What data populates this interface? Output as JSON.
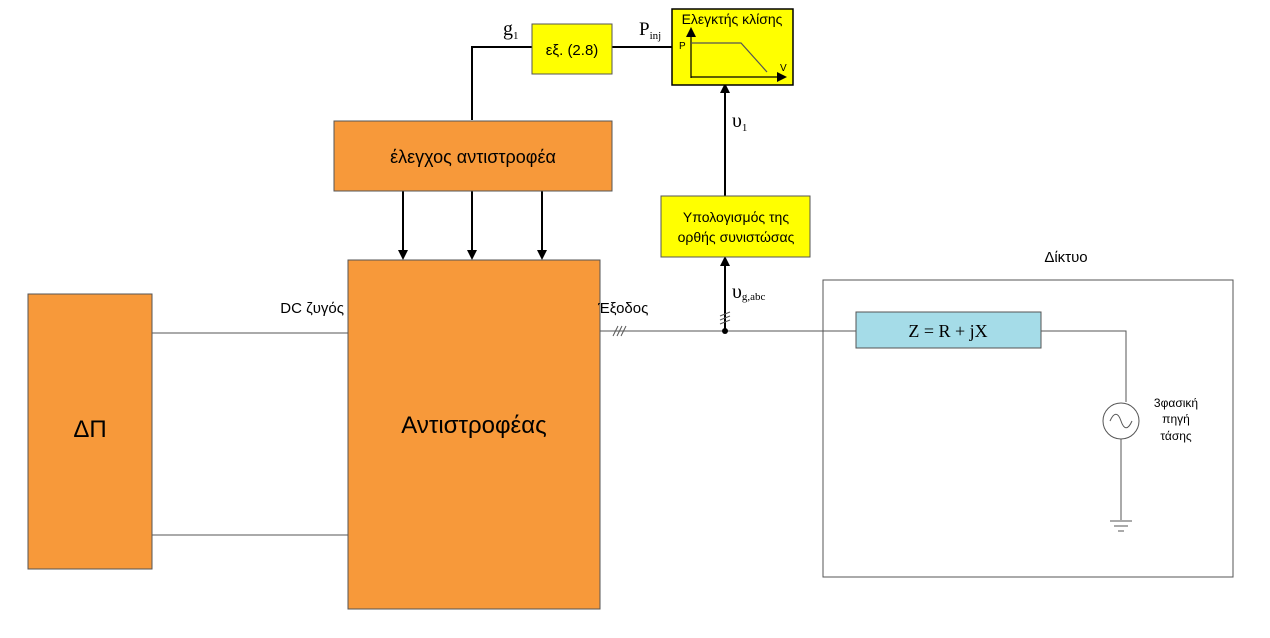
{
  "colors": {
    "orange": "#f7993a",
    "yellow": "#ffff00",
    "light_blue": "#a5dce8",
    "line": "#000000"
  },
  "blocks": {
    "pv": "ΔΠ",
    "inverter": "Αντιστροφέας",
    "inverter_control": "έλεγχος αντιστροφέα",
    "equation": "εξ. (2.8)",
    "slope_controller": "Ελεγκτής κλίσης",
    "orthogonal_line1": "Υπολογισμός της",
    "orthogonal_line2": "ορθής συνιστώσας",
    "impedance": "Z = R + jX",
    "source_line1": "3φασική",
    "source_line2": "πηγή",
    "source_line3": "τάσης"
  },
  "labels": {
    "dc_bus": "DC ζυγός",
    "output": "Έξοδος",
    "network": "Δίκτυο",
    "g_main": "g",
    "g_sub": "1",
    "p_main": "P",
    "p_sub": "inj",
    "u1_main": "υ",
    "u1_sub": "1",
    "ug_main": "υ",
    "ug_sub": "g,abc",
    "plot_p": "P",
    "plot_v": "V"
  },
  "icons": [
    "ac-source-icon",
    "ground-icon",
    "three-phase-mark-icon",
    "arrow-icon"
  ]
}
